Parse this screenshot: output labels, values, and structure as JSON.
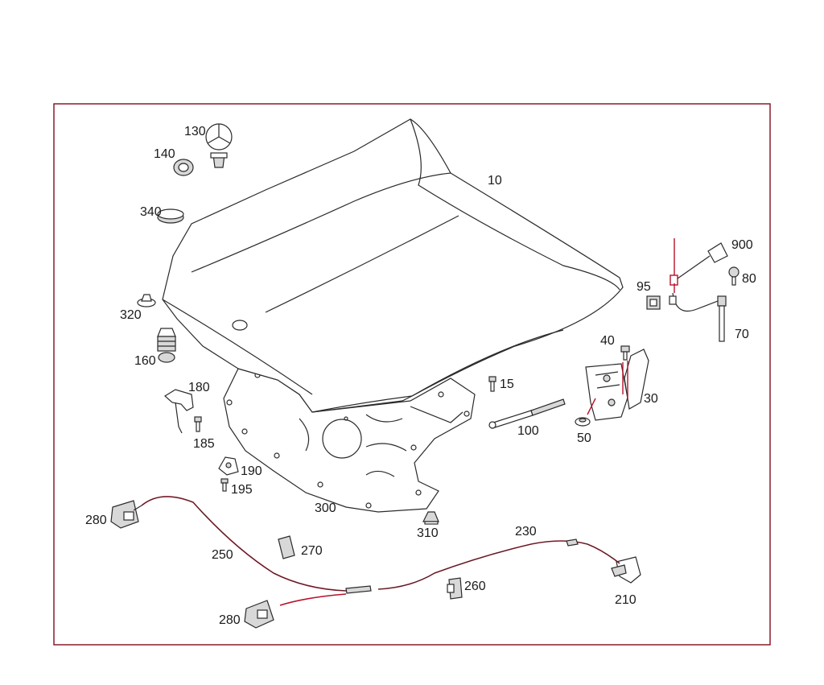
{
  "diagram": {
    "frame_color": "#8b1a2b",
    "accent_color": "#b8102a",
    "labels": {
      "p10": "10",
      "p15": "15",
      "p30": "30",
      "p40": "40",
      "p50": "50",
      "p70": "70",
      "p80": "80",
      "p95": "95",
      "p100": "100",
      "p130": "130",
      "p140": "140",
      "p160": "160",
      "p180": "180",
      "p185": "185",
      "p190": "190",
      "p195": "195",
      "p210": "210",
      "p230": "230",
      "p250": "250",
      "p260": "260",
      "p270": "270",
      "p280a": "280",
      "p280b": "280",
      "p300": "300",
      "p310": "310",
      "p320": "320",
      "p340": "340",
      "p900": "900"
    }
  }
}
